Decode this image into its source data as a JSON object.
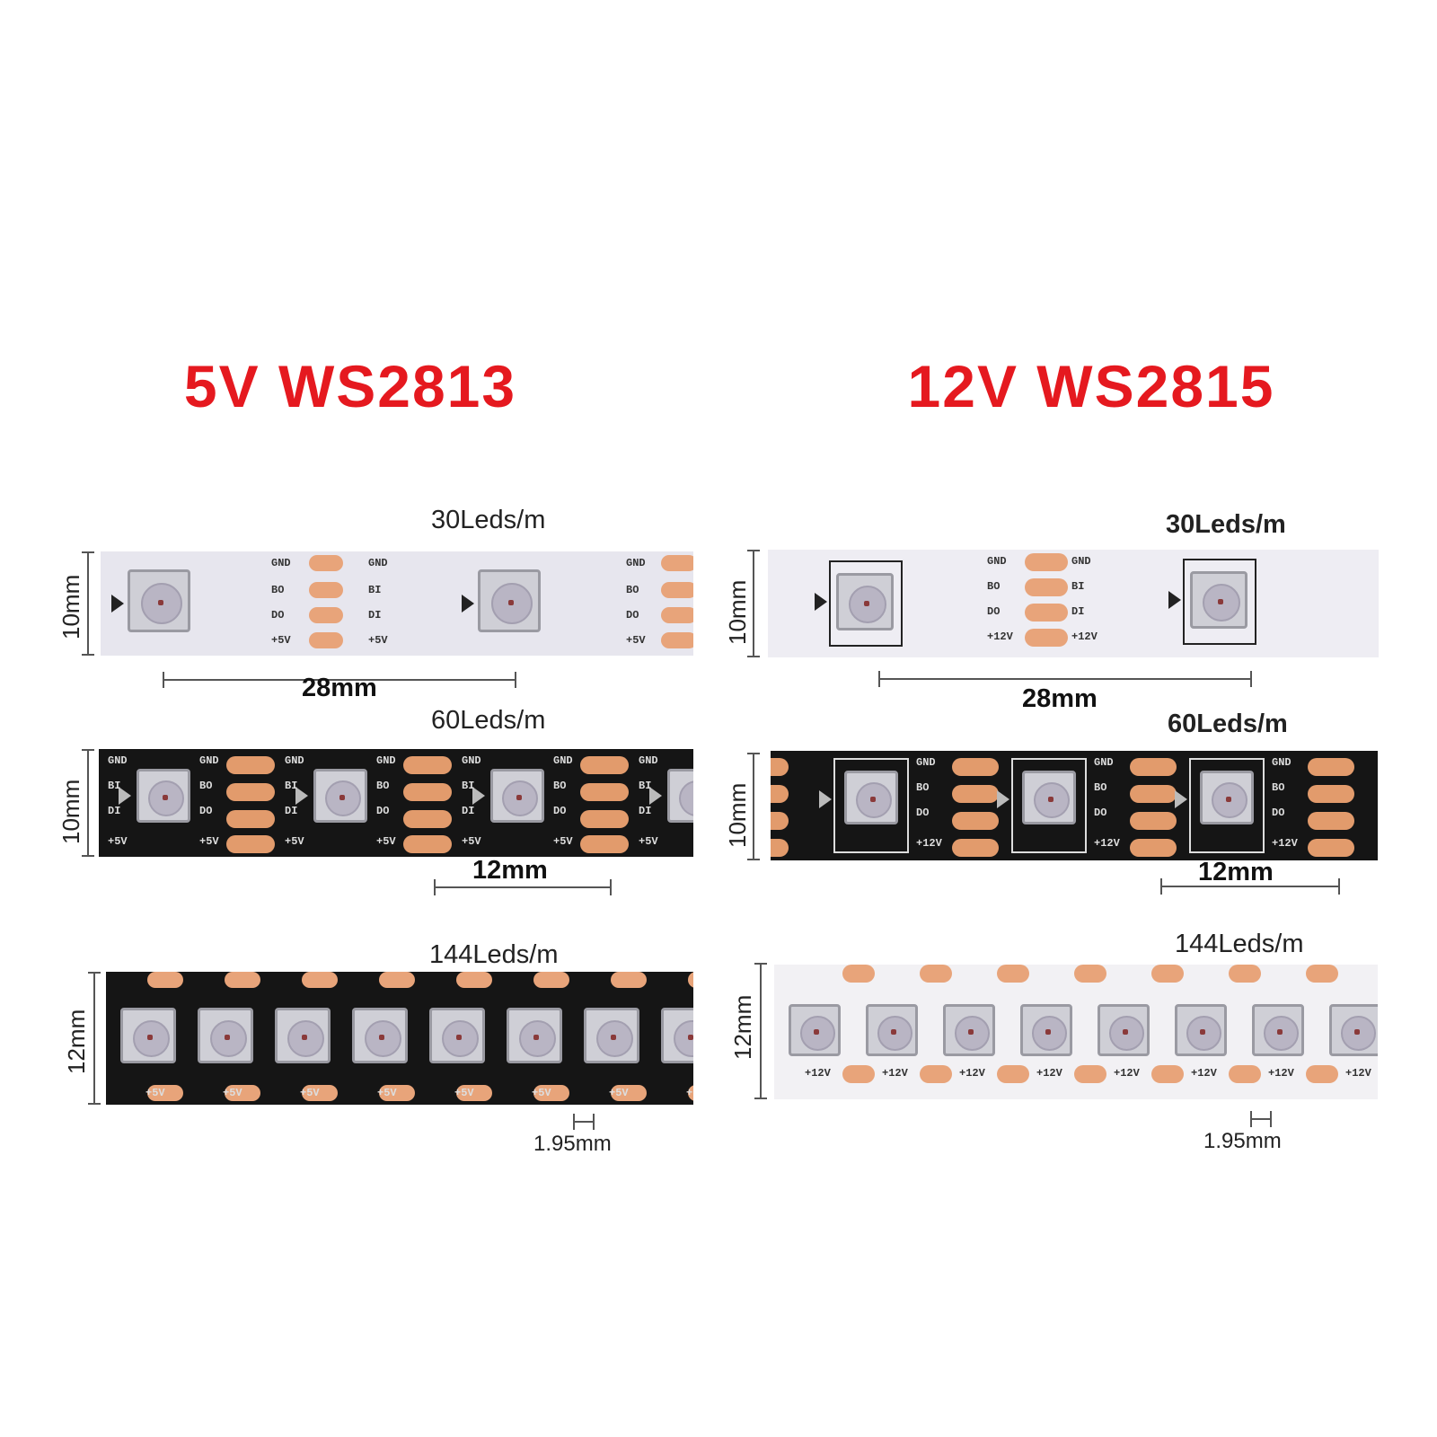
{
  "titles": {
    "left": "5V WS2813",
    "right": "12V WS2815"
  },
  "left": {
    "rows": [
      {
        "density": "30Leds/m",
        "width": "10mm",
        "pitch": "28mm"
      },
      {
        "density": "60Leds/m",
        "width": "10mm",
        "pitch": "12mm"
      },
      {
        "density": "144Leds/m",
        "width": "12mm",
        "pitch": "1.95mm"
      }
    ],
    "pad_labels": {
      "gnd": "GND",
      "bo": "BO",
      "bi": "BI",
      "do": "DO",
      "di": "DI",
      "v": "+5V"
    }
  },
  "right": {
    "rows": [
      {
        "density": "30Leds/m",
        "width": "10mm",
        "pitch": "28mm"
      },
      {
        "density": "60Leds/m",
        "width": "10mm",
        "pitch": "12mm"
      },
      {
        "density": "144Leds/m",
        "width": "12mm",
        "pitch": "1.95mm"
      }
    ],
    "pad_labels": {
      "gnd": "GND",
      "bo": "BO",
      "bi": "BI",
      "do": "DO",
      "di": "DI",
      "v": "+12V"
    }
  },
  "colors": {
    "title": "#e5191f",
    "copper": "#e8a47a",
    "pcb_black": "#151515",
    "pcb_white": "#e7e6ee"
  }
}
